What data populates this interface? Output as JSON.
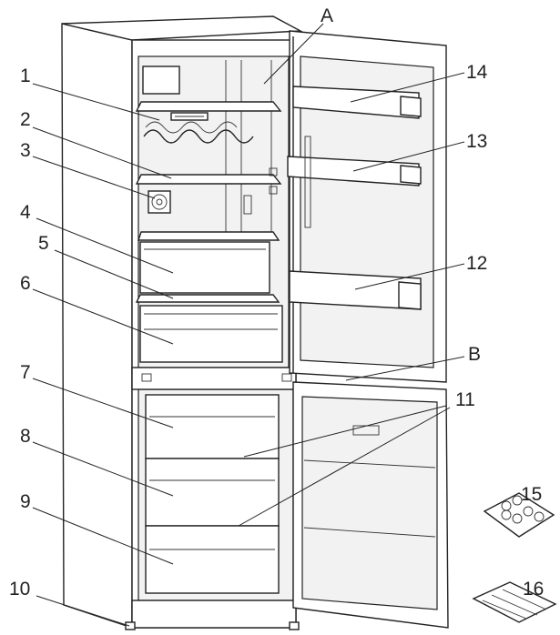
{
  "callouts": {
    "c1": "1",
    "c2": "2",
    "c3": "3",
    "c4": "4",
    "c5": "5",
    "c6": "6",
    "c7": "7",
    "c8": "8",
    "c9": "9",
    "c10": "10",
    "c11": "11",
    "c12": "12",
    "c13": "13",
    "c14": "14",
    "c15": "15",
    "c16": "16",
    "cA": "A",
    "cB": "B"
  }
}
